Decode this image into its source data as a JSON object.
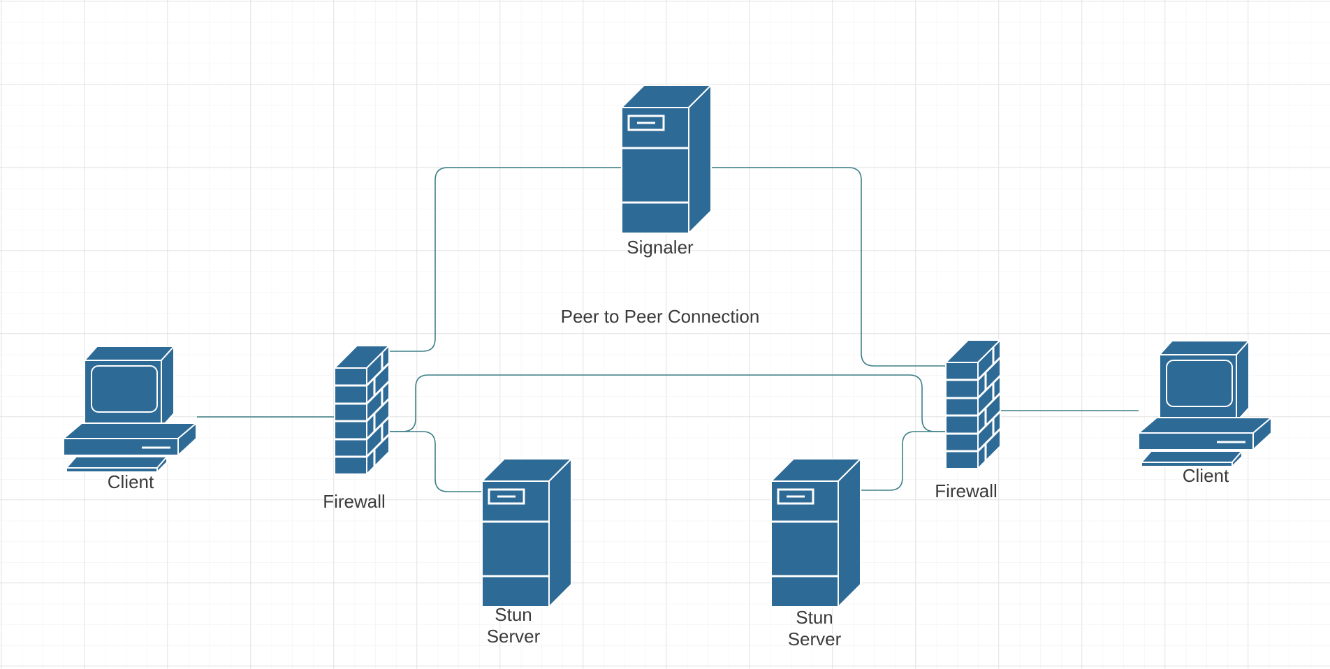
{
  "diagram": {
    "title": "Peer to Peer Connection",
    "colors": {
      "shape_fill": "#2e6a96",
      "shape_stroke": "#ffffff",
      "connector": "#3b7f86",
      "grid_minor": "#efefef",
      "grid_major": "#dcdcdc",
      "text": "#3a3a3a",
      "background": "#ffffff"
    },
    "nodes": {
      "signaler": {
        "type": "server",
        "label": "Signaler"
      },
      "client_left": {
        "type": "computer",
        "label": "Client"
      },
      "firewall_left": {
        "type": "firewall",
        "label": "Firewall"
      },
      "stun_left": {
        "type": "server",
        "label": "Stun\nServer"
      },
      "stun_right": {
        "type": "server",
        "label": "Stun\nServer"
      },
      "firewall_right": {
        "type": "firewall",
        "label": "Firewall"
      },
      "client_right": {
        "type": "computer",
        "label": "Client"
      }
    },
    "edges": [
      {
        "from": "client_left",
        "to": "firewall_left"
      },
      {
        "from": "firewall_left",
        "to": "signaler"
      },
      {
        "from": "signaler",
        "to": "firewall_right"
      },
      {
        "from": "firewall_left",
        "to": "firewall_right",
        "label": "Peer to Peer Connection"
      },
      {
        "from": "firewall_left",
        "to": "stun_left"
      },
      {
        "from": "firewall_right",
        "to": "stun_right"
      },
      {
        "from": "firewall_right",
        "to": "client_right"
      }
    ]
  }
}
